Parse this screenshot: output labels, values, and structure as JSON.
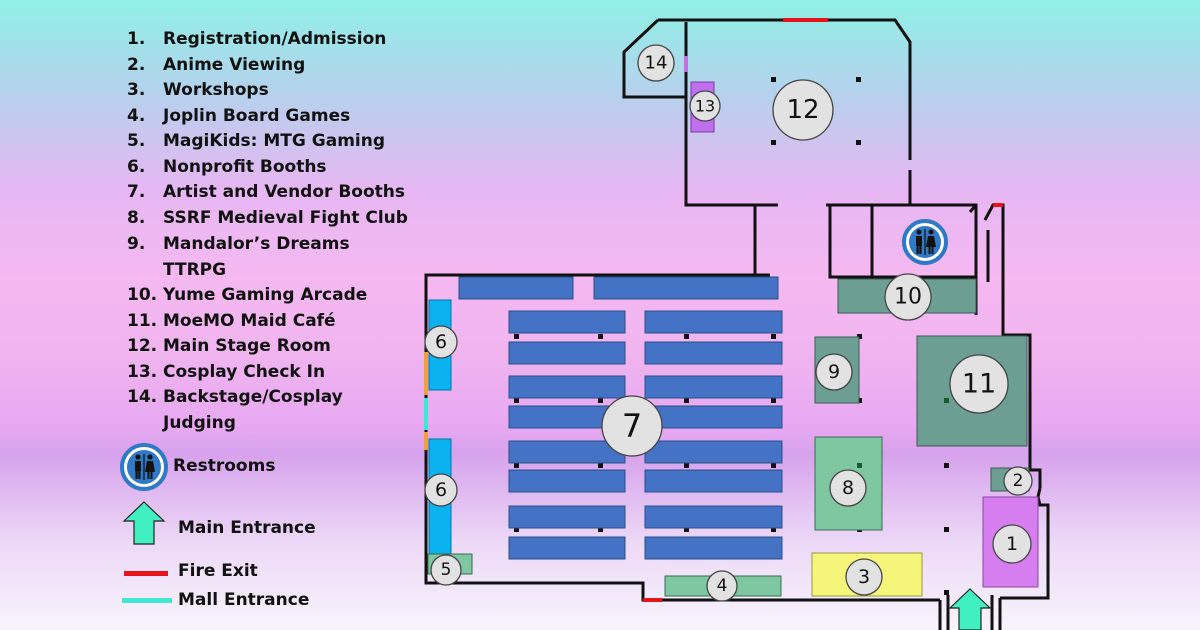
{
  "legend": {
    "items": [
      {
        "num": "1.",
        "label": "Registration/Admission"
      },
      {
        "num": "2.",
        "label": "Anime Viewing"
      },
      {
        "num": "3.",
        "label": "Workshops"
      },
      {
        "num": "4.",
        "label": "Joplin Board Games"
      },
      {
        "num": "5.",
        "label": "MagiKids: MTG Gaming"
      },
      {
        "num": "6.",
        "label": "Nonprofit Booths"
      },
      {
        "num": "7.",
        "label": "Artist and Vendor Booths"
      },
      {
        "num": "8.",
        "label": "SSRF Medieval Fight Club"
      },
      {
        "num": "9.",
        "label": "Mandalor’s Dreams TTRPG"
      },
      {
        "num": "10.",
        "label": "Yume Gaming Arcade"
      },
      {
        "num": "11.",
        "label": "MoeMO Maid Café"
      },
      {
        "num": "12.",
        "label": "Main Stage Room"
      },
      {
        "num": "13.",
        "label": "Cosplay Check In"
      },
      {
        "num": "14.",
        "label": "Backstage/Cosplay Judging"
      }
    ],
    "restrooms_label": "Restrooms",
    "main_entrance_label": "Main Entrance",
    "fire_exit_label": "Fire Exit",
    "mall_entrance_label": "Mall Entrance"
  },
  "map": {
    "labels": {
      "l1": "1",
      "l2": "2",
      "l3": "3",
      "l4": "4",
      "l5": "5",
      "l6a": "6",
      "l6b": "6",
      "l7": "7",
      "l8": "8",
      "l9": "9",
      "l10": "10",
      "l11": "11",
      "l12": "12",
      "l13": "13",
      "l14": "14"
    }
  },
  "colors": {
    "booth_blue": "#4472c4",
    "teal_area": "#6c9e94",
    "green_area": "#7fc7a0",
    "purple_area": "#d67ef0",
    "yellow_area": "#f5f57a",
    "cyan_booth": "#0ab2f0",
    "fire_exit": "#e8141b",
    "mall_entrance": "#40e8d4",
    "entrance_arrow": "#40f0c0",
    "restroom_blue": "#2f79c6"
  }
}
